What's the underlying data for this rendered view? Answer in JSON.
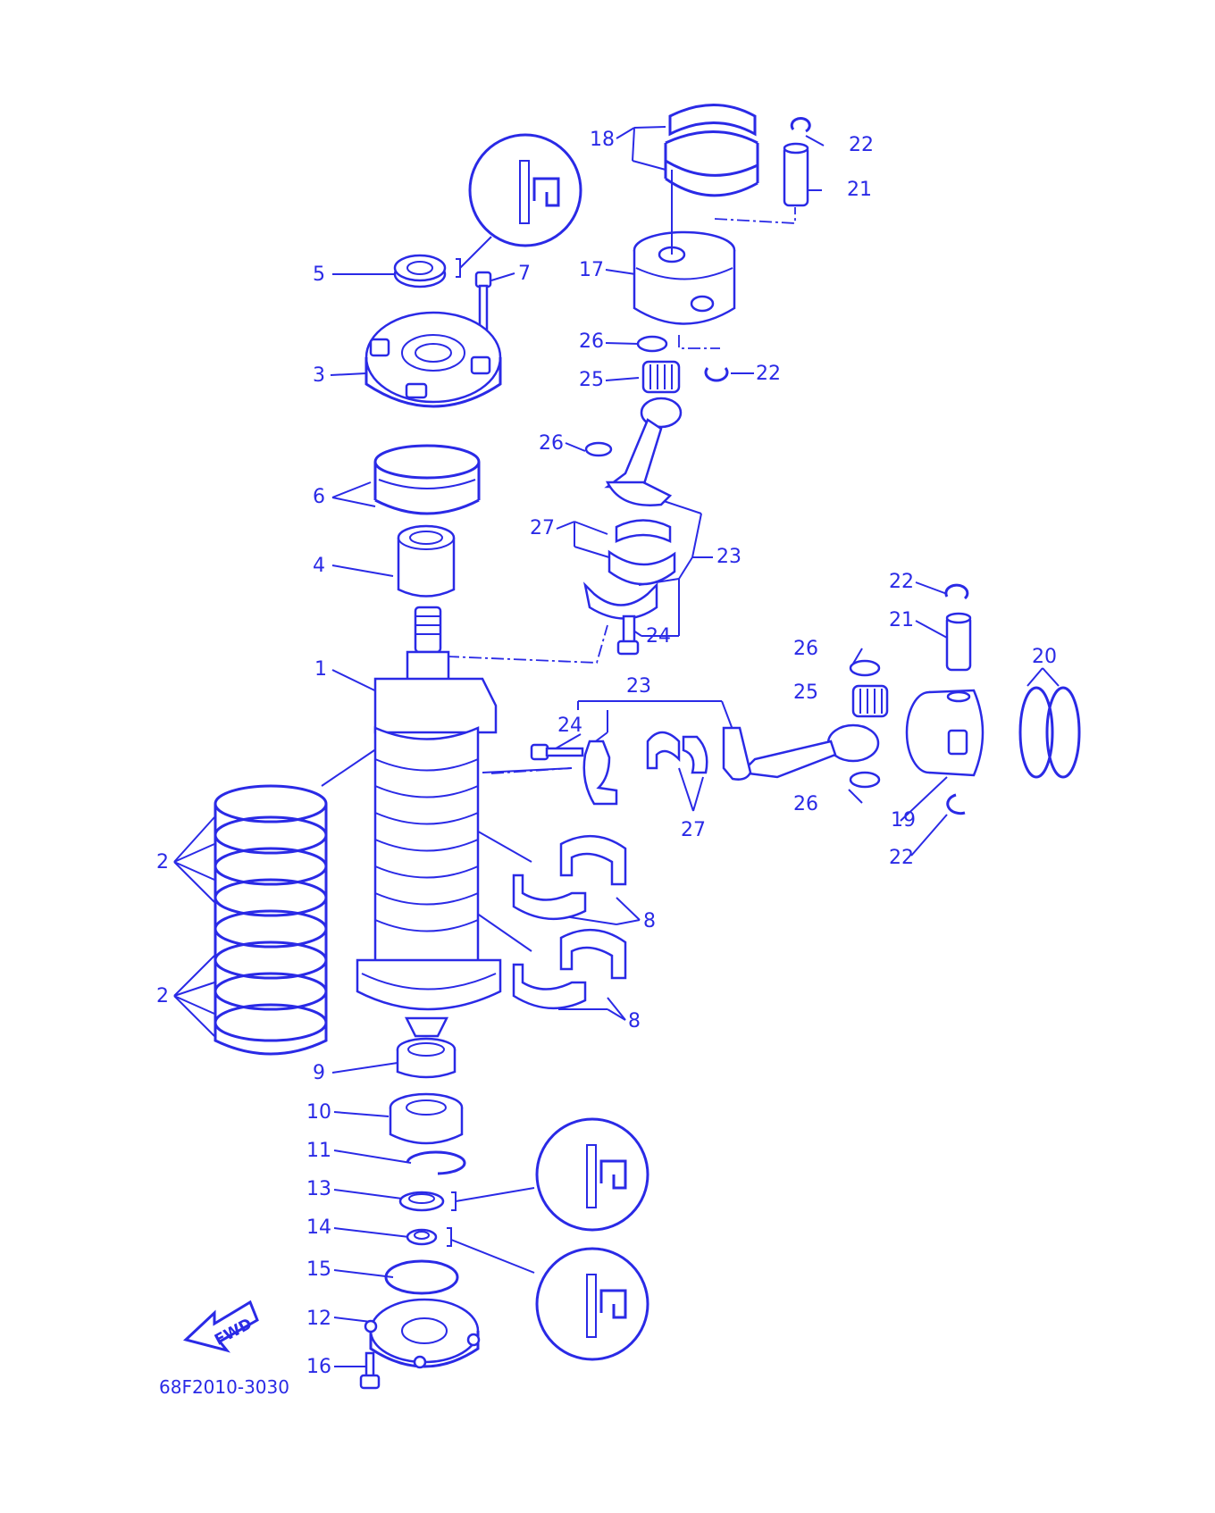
{
  "diagram": {
    "part_code": "68F2010-3030",
    "fwd_label": "FWD",
    "color": "#2a2ae6",
    "callouts": [
      {
        "id": "c1",
        "text": "1"
      },
      {
        "id": "c2a",
        "text": "2"
      },
      {
        "id": "c2b",
        "text": "2"
      },
      {
        "id": "c3",
        "text": "3"
      },
      {
        "id": "c4",
        "text": "4"
      },
      {
        "id": "c5",
        "text": "5"
      },
      {
        "id": "c6",
        "text": "6"
      },
      {
        "id": "c7",
        "text": "7"
      },
      {
        "id": "c8a",
        "text": "8"
      },
      {
        "id": "c8b",
        "text": "8"
      },
      {
        "id": "c9",
        "text": "9"
      },
      {
        "id": "c10",
        "text": "10"
      },
      {
        "id": "c11",
        "text": "11"
      },
      {
        "id": "c12",
        "text": "12"
      },
      {
        "id": "c13",
        "text": "13"
      },
      {
        "id": "c14",
        "text": "14"
      },
      {
        "id": "c15",
        "text": "15"
      },
      {
        "id": "c16",
        "text": "16"
      },
      {
        "id": "c17",
        "text": "17"
      },
      {
        "id": "c18",
        "text": "18"
      },
      {
        "id": "c19",
        "text": "19"
      },
      {
        "id": "c20",
        "text": "20"
      },
      {
        "id": "c21a",
        "text": "21"
      },
      {
        "id": "c21b",
        "text": "21"
      },
      {
        "id": "c22a",
        "text": "22"
      },
      {
        "id": "c22b",
        "text": "22"
      },
      {
        "id": "c22c",
        "text": "22"
      },
      {
        "id": "c22d",
        "text": "22"
      },
      {
        "id": "c23a",
        "text": "23"
      },
      {
        "id": "c23b",
        "text": "23"
      },
      {
        "id": "c24a",
        "text": "24"
      },
      {
        "id": "c24b",
        "text": "24"
      },
      {
        "id": "c25a",
        "text": "25"
      },
      {
        "id": "c25b",
        "text": "25"
      },
      {
        "id": "c26a",
        "text": "26"
      },
      {
        "id": "c26b",
        "text": "26"
      },
      {
        "id": "c26c",
        "text": "26"
      },
      {
        "id": "c26d",
        "text": "26"
      },
      {
        "id": "c27a",
        "text": "27"
      },
      {
        "id": "c27b",
        "text": "27"
      }
    ]
  }
}
